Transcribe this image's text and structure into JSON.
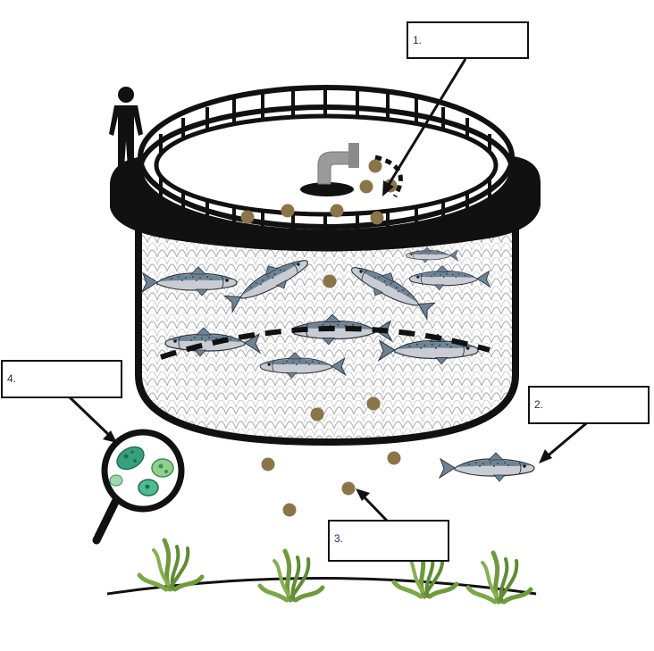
{
  "labels": [
    {
      "id": "1",
      "text": "1."
    },
    {
      "id": "2",
      "text": "2."
    },
    {
      "id": "3",
      "text": "3."
    },
    {
      "id": "4",
      "text": "4."
    }
  ],
  "colors": {
    "pellet": "#8b7448",
    "fish_body": "#c8ccd2",
    "fish_back": "#6e8497",
    "kelp": "#6e9a3c",
    "bacteria": "#3fae87",
    "net": "#b9b9b9",
    "pipe": "#9a9a9a"
  },
  "icons": [
    "person-icon",
    "pipe-icon",
    "salmon-icon",
    "magnifier-icon",
    "bacteria-icon",
    "seaweed-icon",
    "feed-pellet-icon"
  ]
}
